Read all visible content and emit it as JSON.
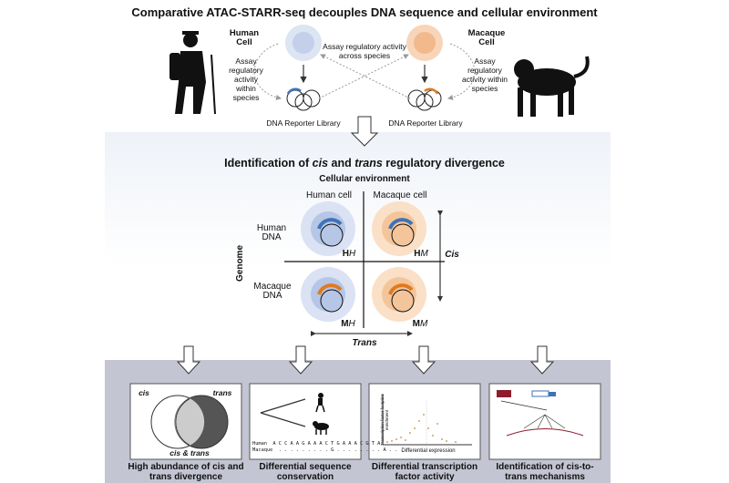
{
  "title": "Comparative ATAC-STARR-seq decouples DNA sequence and cellular environment",
  "top": {
    "human_cell": "Human Cell",
    "macaque_cell": "Macaque Cell",
    "assay_within_left": "Assay regulatory activity within species",
    "assay_within_right": "Assay regulatory activity within species",
    "assay_across": "Assay regulatory activity across species",
    "library_left": "DNA Reporter Library",
    "library_right": "DNA Reporter Library"
  },
  "middle": {
    "heading_pre": "Identification of ",
    "heading_cis": "cis",
    "heading_and": " and ",
    "heading_trans": "trans",
    "heading_post": " regulatory divergence",
    "cellular_environment": "Cellular environment",
    "human_cell": "Human cell",
    "macaque_cell": "Macaque cell",
    "human_dna": "Human DNA",
    "macaque_dna": "Macaque DNA",
    "genome": "Genome",
    "cis_axis": "Cis",
    "trans_axis": "Trans",
    "hh_bold": "H",
    "hh_it": "H",
    "hm_bold": "H",
    "hm_it": "M",
    "mh_bold": "M",
    "mh_it": "H",
    "mm_bold": "M",
    "mm_it": "M"
  },
  "panels": {
    "venn": {
      "cis": "cis",
      "trans": "trans",
      "both": "cis & trans"
    },
    "seq": {
      "human_row": "Human  A C C A A G A A A C T G A A A C G T A",
      "macaque_row": "Macaque  . . . . . . . . . G . . . . . . . . A . . ."
    },
    "tf": {
      "ylabel": "Transcription factor footprint enrichment",
      "xlabel": "Differential expression"
    },
    "cap1": "High abundance of cis and trans divergence",
    "cap2": "Differential sequence conservation",
    "cap3": "Differential transcription factor activity",
    "cap4": "Identification of cis-to-trans mechanisms"
  },
  "colors": {
    "human": "#c9d3ea",
    "human_inner": "#a9b9de",
    "macaque": "#f6d2b3",
    "macaque_inner": "#f1b98c",
    "blue_arc": "#3f73b8",
    "orange_arc": "#e07a1f",
    "panel_bg": "#c4c5d3"
  }
}
